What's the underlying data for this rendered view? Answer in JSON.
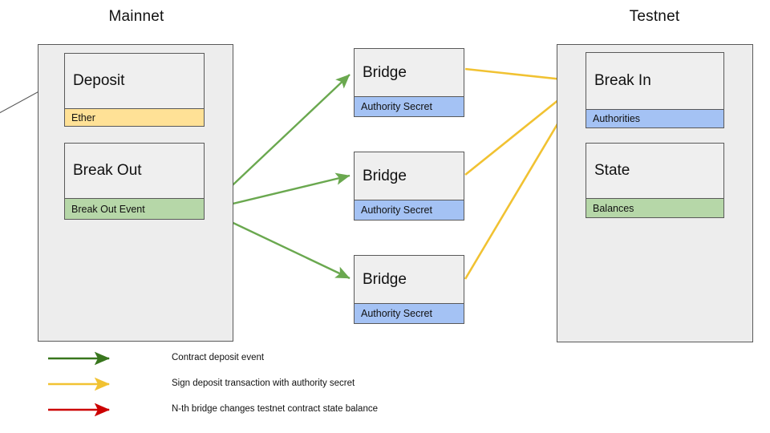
{
  "diagram": {
    "title_mainnet": "Mainnet",
    "title_testnet": "Testnet",
    "mainnet": {
      "nodes": [
        {
          "name": "Deposit",
          "band": "Ether",
          "band_color": "#FFE196"
        },
        {
          "name": "Break Out",
          "band": "Break Out Event",
          "band_color": "#B6D7A8"
        }
      ]
    },
    "bridges": [
      {
        "name": "Bridge",
        "band": "Authority Secret",
        "band_color": "#A4C2F4"
      },
      {
        "name": "Bridge",
        "band": "Authority Secret",
        "band_color": "#A4C2F4"
      },
      {
        "name": "Bridge",
        "band": "Authority Secret",
        "band_color": "#A4C2F4"
      }
    ],
    "testnet": {
      "nodes": [
        {
          "name": "Break In",
          "band": "Authorities",
          "band_color": "#A4C2F4"
        },
        {
          "name": "State",
          "band": "Balances",
          "band_color": "#B6D7A8"
        }
      ]
    },
    "arrow_colors": {
      "green": "#6AA84F",
      "yellow": "#F1C232",
      "red": "#CC0000",
      "incoming_gray": "#595959"
    }
  },
  "legend": {
    "items": [
      {
        "color": "#38761D",
        "label": "Contract deposit event"
      },
      {
        "color": "#F1C232",
        "label": "Sign deposit transaction with authority secret"
      },
      {
        "color": "#CC0000",
        "label": "N-th bridge changes testnet contract state balance"
      }
    ]
  }
}
